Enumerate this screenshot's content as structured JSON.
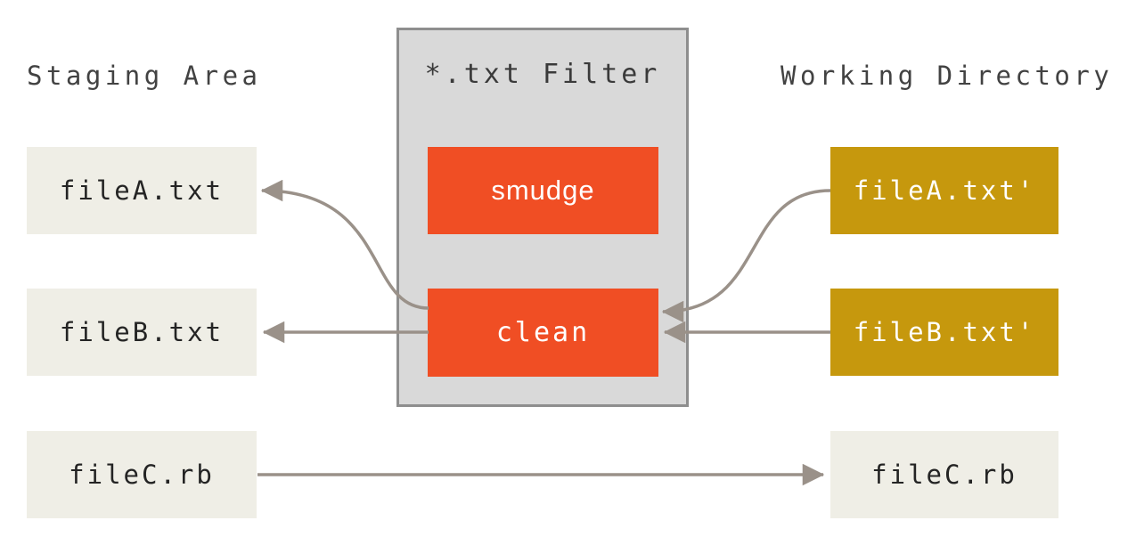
{
  "staging": {
    "title": "Staging Area",
    "files": [
      "fileA.txt",
      "fileB.txt",
      "fileC.rb"
    ]
  },
  "working": {
    "title": "Working Directory",
    "files": [
      "fileA.txt'",
      "fileB.txt'",
      "fileC.rb"
    ]
  },
  "filter": {
    "title": "*.txt Filter",
    "smudge_label": "smudge",
    "clean_label": "clean"
  },
  "arrows": [
    {
      "name": "clean-to-fileA",
      "from": "clean",
      "to": "fileA.txt",
      "shape": "s-curve"
    },
    {
      "name": "clean-to-fileB",
      "from": "clean",
      "to": "fileB.txt",
      "shape": "straight"
    },
    {
      "name": "fileA-prime-to-clean",
      "from": "fileA.txt'",
      "to": "clean",
      "shape": "s-curve"
    },
    {
      "name": "fileB-prime-to-clean",
      "from": "fileB.txt'",
      "to": "clean",
      "shape": "straight"
    },
    {
      "name": "fileC-to-working",
      "from": "fileC.rb (staging)",
      "to": "fileC.rb (working)",
      "shape": "straight"
    }
  ],
  "colors": {
    "staging_box": "#efeee6",
    "working_modified_box": "#c6980d",
    "operation_box": "#f04e24",
    "filter_bg": "#d9d9d9",
    "filter_border": "#8e8e8e",
    "arrow": "#9a9189",
    "heading_text": "#424242",
    "file_text": "#242424",
    "operation_text": "#ffffff",
    "background": "#ffffff"
  }
}
